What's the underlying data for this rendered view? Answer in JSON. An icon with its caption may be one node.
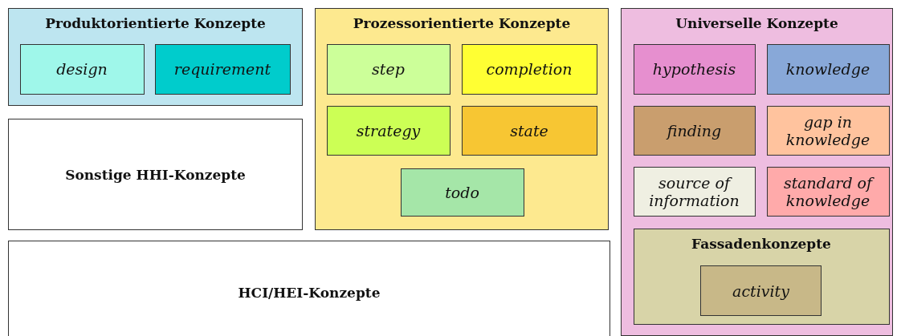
{
  "diagram": {
    "nodes": [
      {
        "text": [
          "Produktorientierte Konzepte"
        ]
      },
      {
        "text": [
          "design"
        ],
        "in": 0
      },
      {
        "text": [
          "requirement"
        ],
        "in": 0
      },
      {
        "text": [
          "Prozessorientierte Konzepte"
        ]
      },
      {
        "text": [
          "step"
        ],
        "in": 3
      },
      {
        "text": [
          "completion"
        ],
        "in": 3
      },
      {
        "text": [
          "strategy"
        ],
        "in": 3
      },
      {
        "text": [
          "state"
        ],
        "in": 3
      },
      {
        "text": [
          "todo"
        ],
        "in": 3
      },
      {
        "text": [
          "Universelle Konzepte"
        ]
      },
      {
        "text": [
          "hypothesis"
        ],
        "in": 9
      },
      {
        "text": [
          "knowledge"
        ],
        "in": 9
      },
      {
        "text": [
          "finding"
        ],
        "in": 9
      },
      {
        "text": [
          "gap in knowledge"
        ],
        "in": 9
      },
      {
        "text": [
          "source of information"
        ],
        "in": 9
      },
      {
        "text": [
          "standard of knowledge"
        ],
        "in": 9
      },
      {
        "text": [
          "Fassadenkonzepte"
        ],
        "in": 9
      },
      {
        "text": [
          "activity"
        ],
        "in": 16
      },
      {
        "text": [
          "Sonstige HHI-Konzepte"
        ]
      },
      {
        "text": [
          "HCI/HEI-Konzepte"
        ]
      }
    ],
    "edges": []
  }
}
